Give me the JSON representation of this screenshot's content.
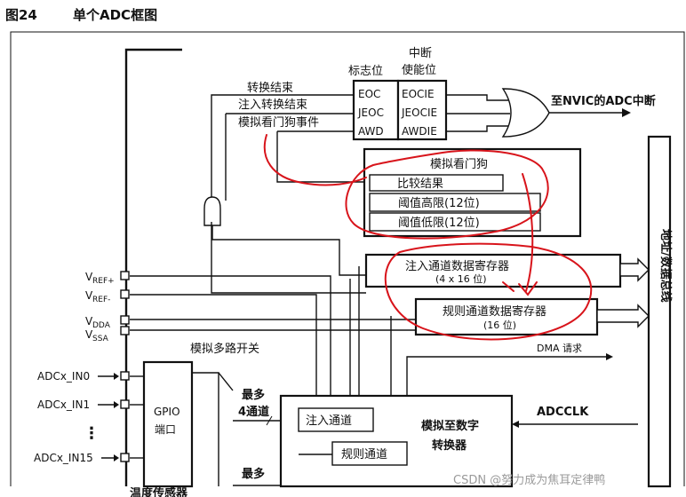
{
  "figure": {
    "number": "图24",
    "title": "单个ADC框图"
  },
  "signals": {
    "conv_end": "转换结束",
    "inj_conv_end": "注入转换结束",
    "awd_event": "模拟看门狗事件"
  },
  "flags": {
    "header": "标志位",
    "items": [
      "EOC",
      "JEOC",
      "AWD"
    ]
  },
  "interrupt_enable": {
    "header_line1": "中断",
    "header_line2": "使能位",
    "items": [
      "EOCIE",
      "JEOCIE",
      "AWDIE"
    ]
  },
  "nvic_out": "至NVIC的ADC中断",
  "watchdog": {
    "title": "模拟看门狗",
    "compare": "比较结果",
    "high": "阈值高限(12位)",
    "low": "阈值低限(12位)"
  },
  "injected_reg": {
    "title": "注入通道数据寄存器",
    "size": "(4 x 16 位)"
  },
  "regular_reg": {
    "title": "规则通道数据寄存器",
    "size": "(16 位)"
  },
  "address_bus": "地址/数据总线",
  "dma_request": "DMA 请求",
  "pins": {
    "vref_plus": "V",
    "vref_plus_sub": "REF+",
    "vref_minus": "V",
    "vref_minus_sub": "REF-",
    "vdda": "V",
    "vdda_sub": "DDA",
    "vssa": "V",
    "vssa_sub": "SSA",
    "in0": "ADCx_IN0",
    "in1": "ADCx_IN1",
    "dots": "⋮",
    "in15": "ADCx_IN15"
  },
  "mux_label": "模拟多路开关",
  "gpio": {
    "line1": "GPIO",
    "line2": "端口"
  },
  "max4": {
    "line1": "最多",
    "line2": "4通道"
  },
  "max16": {
    "line1": "最多"
  },
  "injected_ch": "注入通道",
  "regular_ch": "规则通道",
  "adc_core": {
    "line1": "模拟至数字",
    "line2": "转换器"
  },
  "adcclk": "ADCCLK",
  "sensor_partial": "温度传感器",
  "watermark": "CSDN @努力成为焦耳定律鸭",
  "colors": {
    "annotation_red": "#d8141b",
    "line_black": "#111111"
  }
}
